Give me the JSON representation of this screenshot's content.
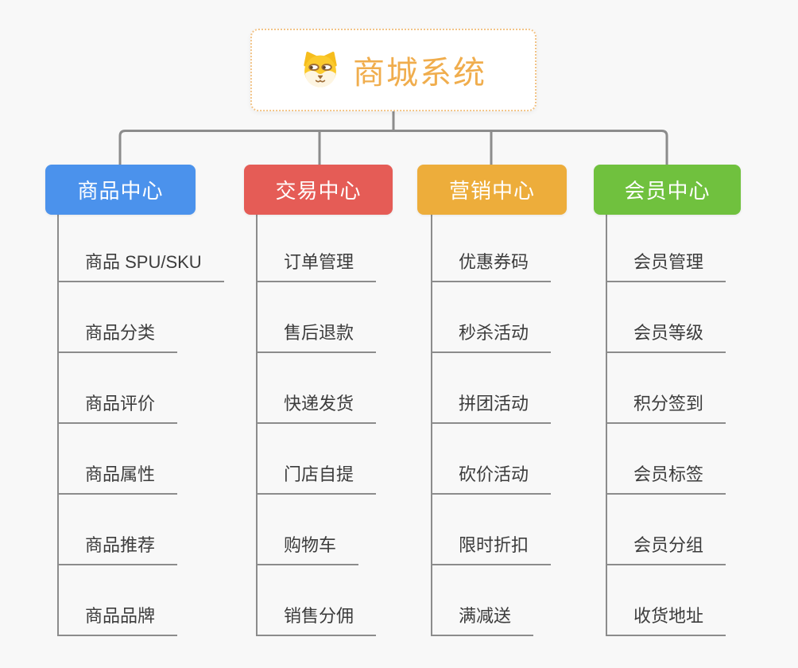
{
  "root": {
    "title": "商城系统",
    "icon": "shiba-dog-icon",
    "title_color": "#f0ad4d",
    "border_color": "#f2c488"
  },
  "canvas": {
    "background": "#f8f8f8",
    "connector_color": "#8c8c8c",
    "leaf_text_color": "#3c3c3c"
  },
  "branches": [
    {
      "label": "商品中心",
      "color": "#4b92ec",
      "children": [
        "商品 SPU/SKU",
        "商品分类",
        "商品评价",
        "商品属性",
        "商品推荐",
        "商品品牌"
      ]
    },
    {
      "label": "交易中心",
      "color": "#e55c56",
      "children": [
        "订单管理",
        "售后退款",
        "快递发货",
        "门店自提",
        "购物车",
        "销售分佣"
      ]
    },
    {
      "label": "营销中心",
      "color": "#edad3b",
      "children": [
        "优惠券码",
        "秒杀活动",
        "拼团活动",
        "砍价活动",
        "限时折扣",
        "满减送"
      ]
    },
    {
      "label": "会员中心",
      "color": "#70c13e",
      "children": [
        "会员管理",
        "会员等级",
        "积分签到",
        "会员标签",
        "会员分组",
        "收货地址"
      ]
    }
  ]
}
